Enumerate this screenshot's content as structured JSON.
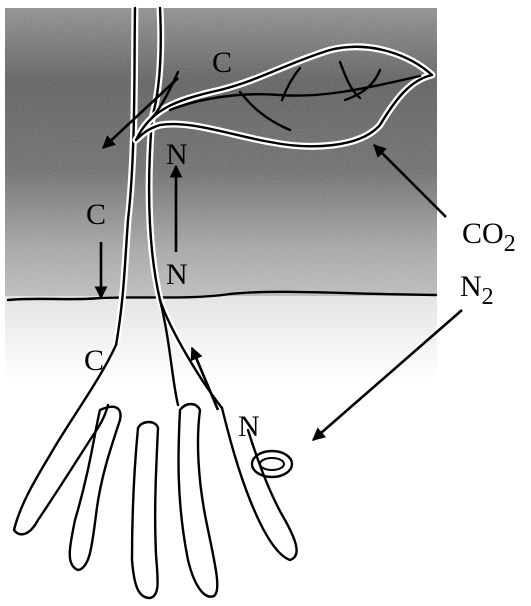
{
  "labels": {
    "c_top": "C",
    "c_mid": "C",
    "c_low": "C",
    "n_upper": "N",
    "n_mid": "N",
    "n_root": "N",
    "co2_base": "CO",
    "co2_sub": "2",
    "n2_base": "N",
    "n2_sub": "2"
  },
  "colors": {
    "sky_dark": "#5a5a5a",
    "sky_light": "#b4b4b4",
    "ground": "#f2f2f2",
    "line": "#000000"
  }
}
